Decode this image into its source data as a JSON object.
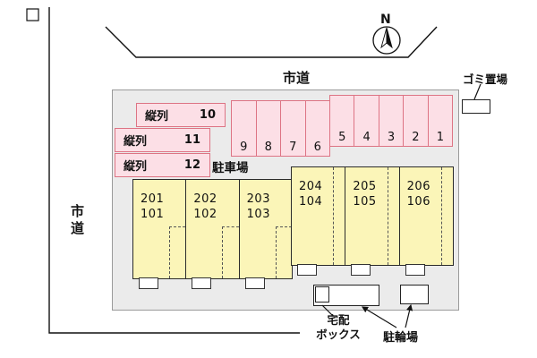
{
  "labels": {
    "road_top": "市道",
    "road_left": "市道",
    "north": "N",
    "parking_lot": "駐車場",
    "garbage": "ゴミ置場",
    "delivery_line1": "宅配",
    "delivery_line2": "ボックス",
    "bicycle": "駐輪場"
  },
  "tandem_stalls": [
    {
      "label": "縦列",
      "number": "10"
    },
    {
      "label": "縦列",
      "number": "11"
    },
    {
      "label": "縦列",
      "number": "12"
    }
  ],
  "stalls_group_a": [
    "9",
    "8",
    "7",
    "6"
  ],
  "stalls_group_b": [
    "5",
    "4",
    "3",
    "2",
    "1"
  ],
  "units_left": [
    {
      "upper": "201",
      "lower": "101"
    },
    {
      "upper": "202",
      "lower": "102"
    },
    {
      "upper": "203",
      "lower": "103"
    }
  ],
  "units_right": [
    {
      "upper": "204",
      "lower": "104"
    },
    {
      "upper": "205",
      "lower": "105"
    },
    {
      "upper": "206",
      "lower": "106"
    }
  ],
  "colors": {
    "stall_fill": "#fcdfe6",
    "stall_border": "#dd7484",
    "building_fill": "#fbf5b8",
    "site_fill": "#ebebeb",
    "line": "#1a1a1a"
  }
}
